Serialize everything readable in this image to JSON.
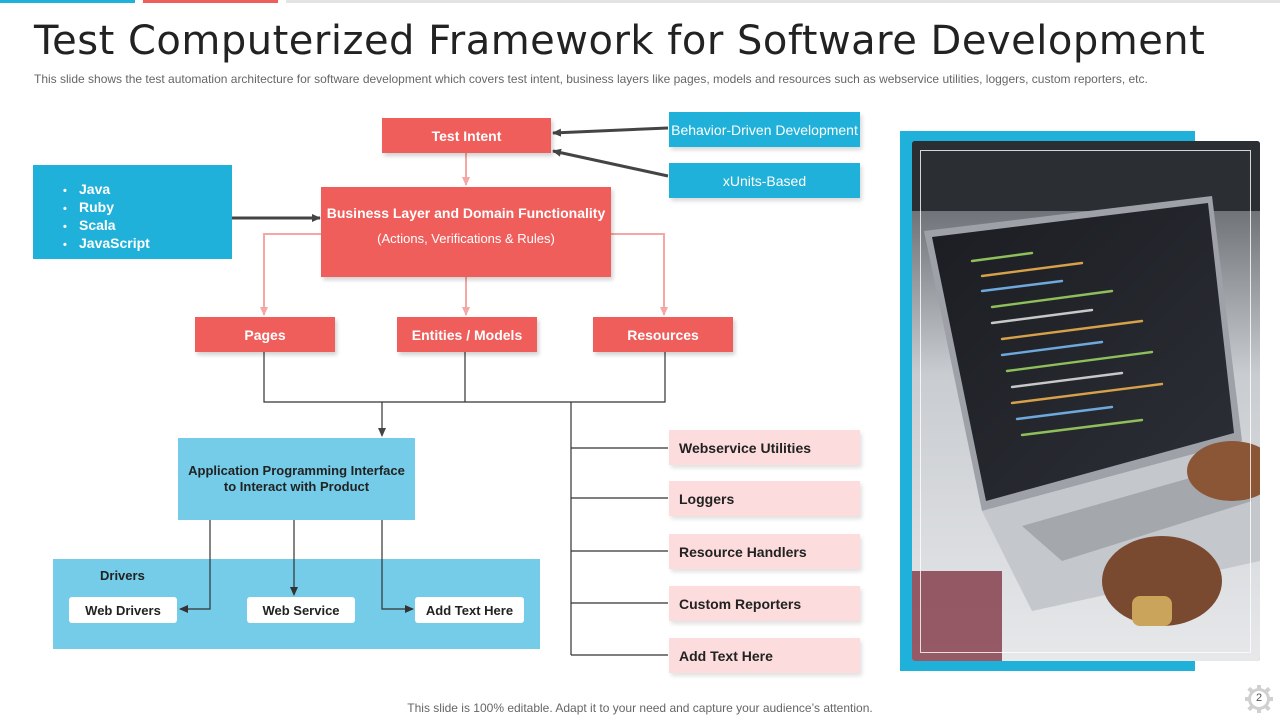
{
  "slide": {
    "title": "Test Computerized Framework for Software Development",
    "subtitle": "This slide shows the test automation architecture for software development which covers test intent, business layers like pages, models and resources such as webservice utilities, loggers, custom reporters, etc.",
    "footer": "This slide is 100% editable. Adapt it to your need and capture your audience’s attention.",
    "page_number": "2"
  },
  "diagram": {
    "test_intent": "Test Intent",
    "bdd": "Behavior-Driven  Development",
    "xunits": "xUnits-Based",
    "languages": [
      "Java",
      "Ruby",
      "Scala",
      "JavaScript"
    ],
    "business_layer": {
      "title": "Business  Layer and Domain Functionality",
      "detail": "(Actions, Verifications & Rules)"
    },
    "layers": [
      "Pages",
      "Entities / Models",
      "Resources"
    ],
    "api": "Application Programming Interface to Interact with Product",
    "drivers_label": "Drivers",
    "drivers": [
      "Web Drivers",
      "Web Service",
      "Add  Text Here"
    ],
    "resources": [
      "Webservice Utilities",
      "Loggers",
      "Resource  Handlers",
      "Custom  Reporters",
      "Add  Text Here"
    ]
  },
  "colors": {
    "red": "#f05e5b",
    "blue": "#1fb1d9",
    "light_blue": "#74cce8",
    "pink": "#fcdcdc"
  }
}
